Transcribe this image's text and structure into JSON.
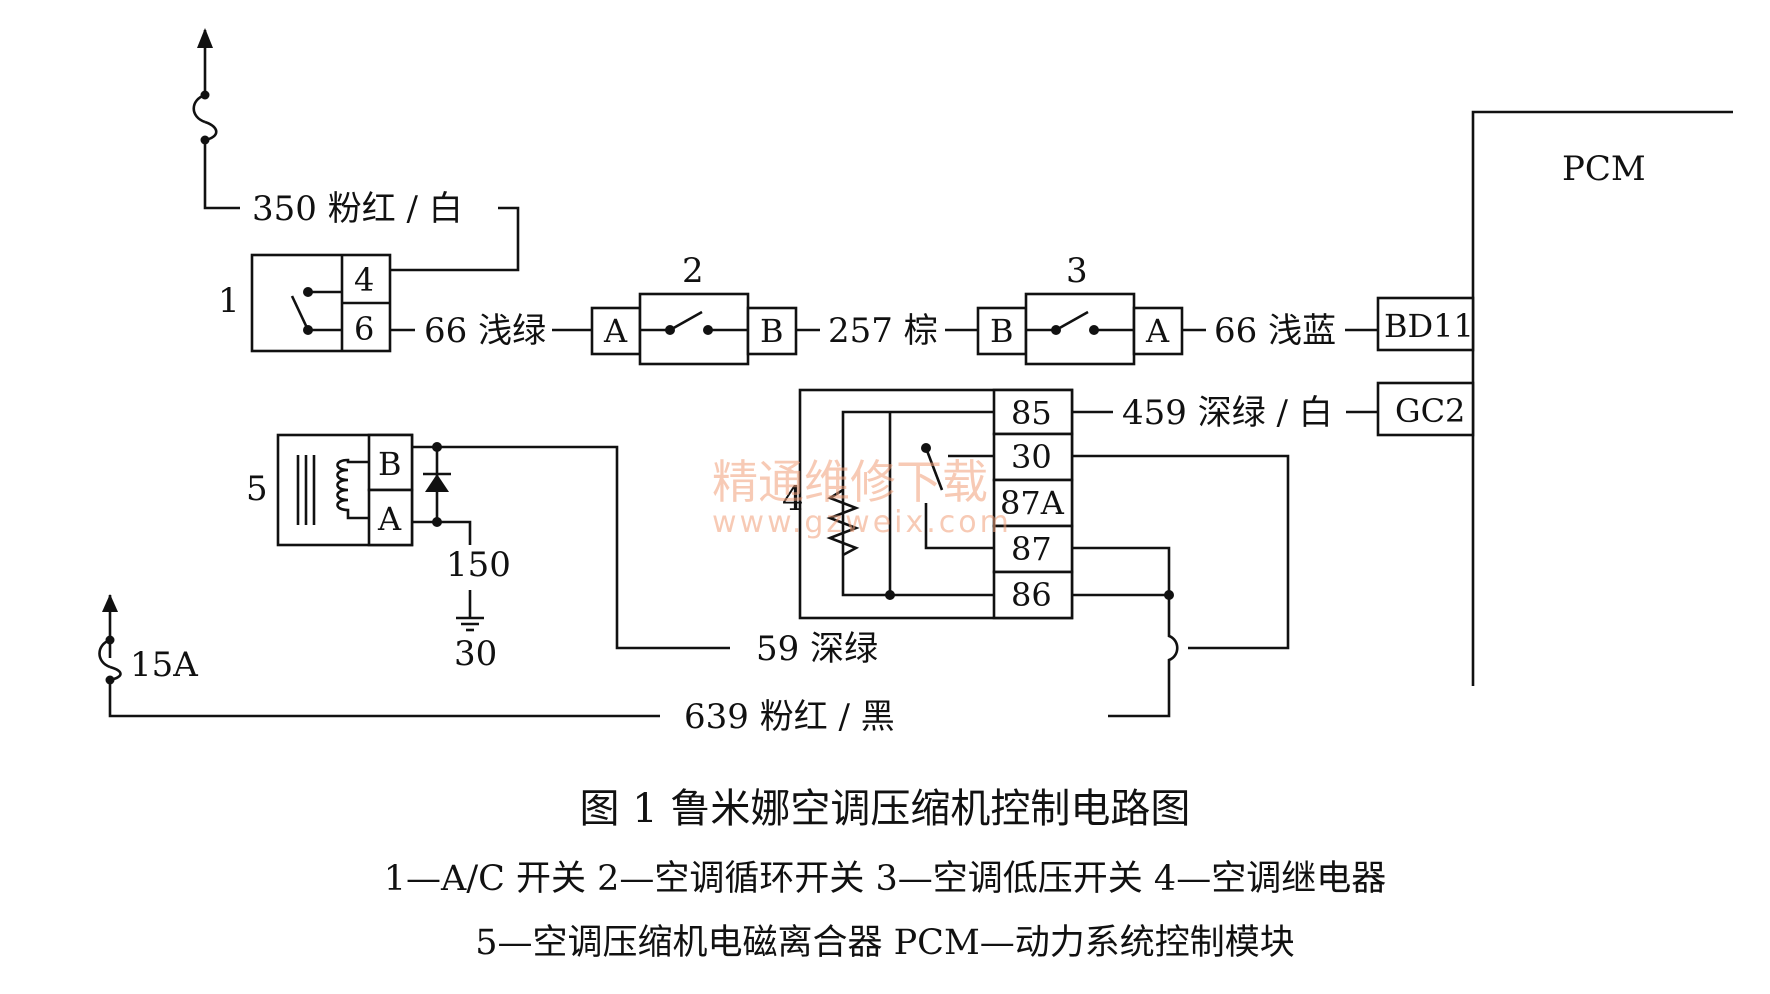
{
  "pcm": {
    "label": "PCM",
    "pins": {
      "bd11": "BD11",
      "gc2": "GC2"
    }
  },
  "components": {
    "c1": {
      "num": "1",
      "pin4": "4",
      "pin6": "6"
    },
    "c2": {
      "num": "2",
      "pinA": "A",
      "pinB": "B"
    },
    "c3": {
      "num": "3",
      "pinA": "A",
      "pinB": "B"
    },
    "c4": {
      "num": "4",
      "pins": [
        "85",
        "30",
        "87A",
        "87",
        "86"
      ]
    },
    "c5": {
      "num": "5",
      "pinB": "B",
      "pinA": "A"
    }
  },
  "wires": {
    "w350": "350 粉红 / 白",
    "w66_green": "66 浅绿",
    "w257": "257 棕",
    "w66_blue": "66 浅蓝",
    "w459": "459 深绿 / 白",
    "w59": "59 深绿",
    "w639": "639 粉红 / 黑",
    "w150": "150",
    "ground_30": "30",
    "fuse_15a": "15A"
  },
  "watermark": {
    "line1": "精通维修下载",
    "line2": "www.gzweix.com"
  },
  "caption": {
    "title": "图 1 鲁米娜空调压缩机控制电路图",
    "legend_line1": "1—A/C 开关   2—空调循环开关   3—空调低压开关   4—空调继电器",
    "legend_line2": "5—空调压缩机电磁离合器   PCM—动力系统控制模块"
  }
}
